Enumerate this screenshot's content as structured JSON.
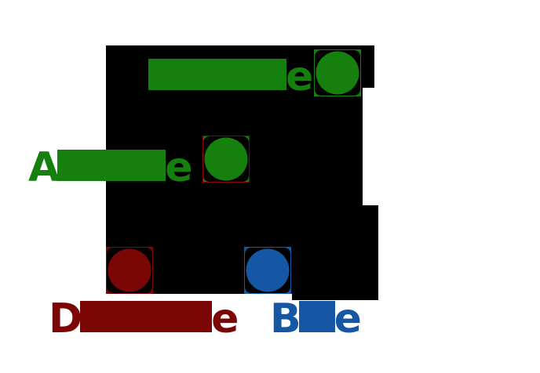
{
  "diagram": {
    "background": "#ffffff",
    "connector_color": "#000000",
    "nodes": [
      {
        "id": "top",
        "shape": "circle-in-square",
        "color": "#16800e",
        "label": {
          "first": "",
          "last": "e",
          "middle_obscured": "█"
        }
      },
      {
        "id": "middle",
        "shape": "circle-in-square",
        "color": "#16800e",
        "outline": "#8b0000",
        "label": {
          "first": "A",
          "last": "e",
          "middle_obscured": "█"
        }
      },
      {
        "id": "bottom-left",
        "shape": "circle-in-square",
        "color": "#7b0606",
        "label": {
          "first": "D",
          "last": "e",
          "middle_obscured": "█"
        }
      },
      {
        "id": "bottom-right",
        "shape": "circle-in-square",
        "color": "#1657a5",
        "label": {
          "first": "B",
          "last": "e",
          "middle_obscured": "█"
        }
      }
    ]
  }
}
